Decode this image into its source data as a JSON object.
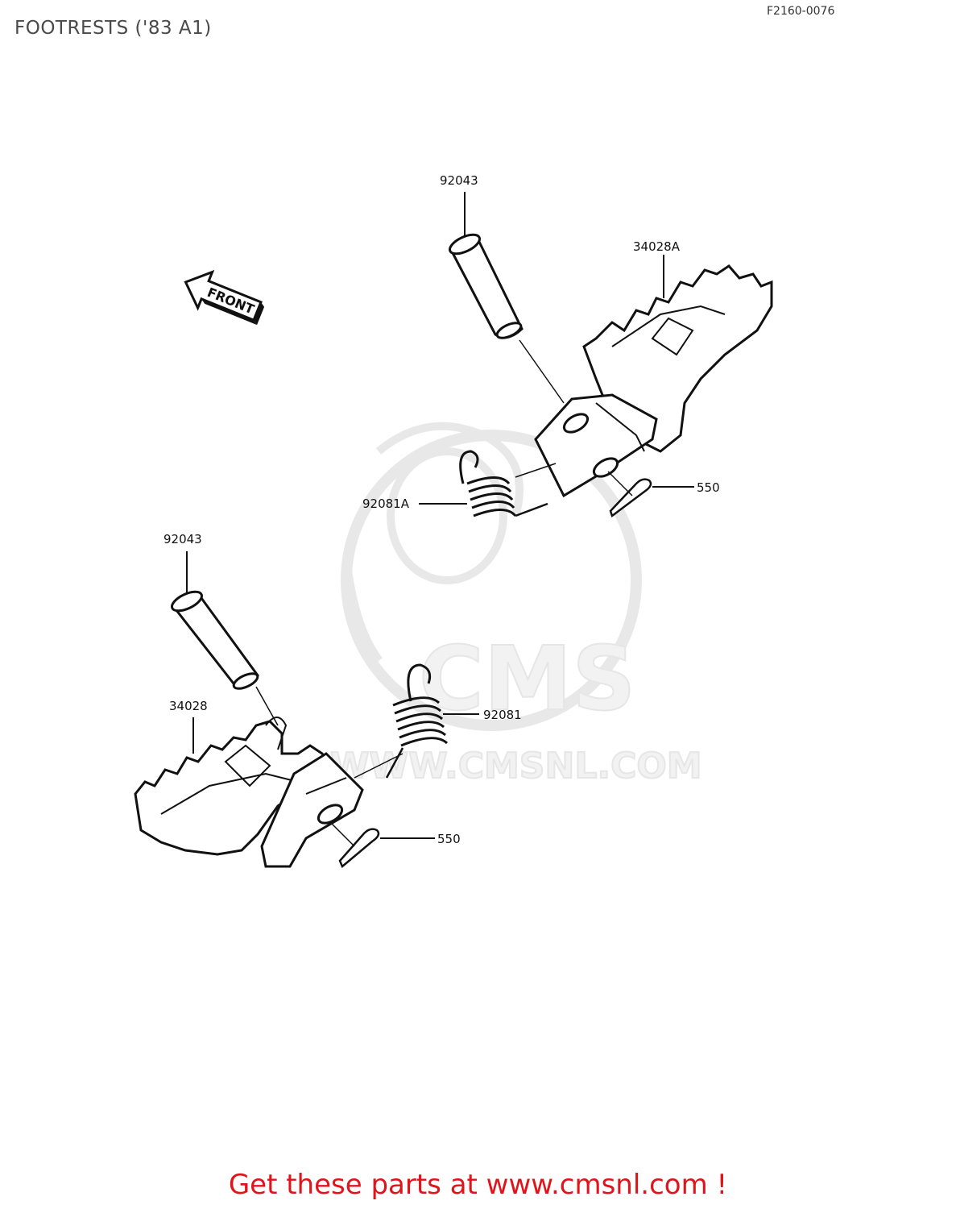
{
  "header": {
    "title": "FOOTRESTS ('83 A1)",
    "diagram_code": "F2160-0076"
  },
  "arrow": {
    "label": "FRONT"
  },
  "watermark": {
    "brand": "CMS",
    "url": "WWW.CMSNL.COM"
  },
  "parts": [
    {
      "number": "92043"
    },
    {
      "number": "34028A"
    },
    {
      "number": "92081A"
    },
    {
      "number": "550"
    },
    {
      "number": "92043"
    },
    {
      "number": "34028"
    },
    {
      "number": "92081"
    },
    {
      "number": "550"
    }
  ],
  "footer": {
    "text": "Get these parts at www.cmsnl.com !"
  },
  "colors": {
    "footer": "#e0151b",
    "lines": "#111111",
    "watermark": "#e6e6e6"
  }
}
